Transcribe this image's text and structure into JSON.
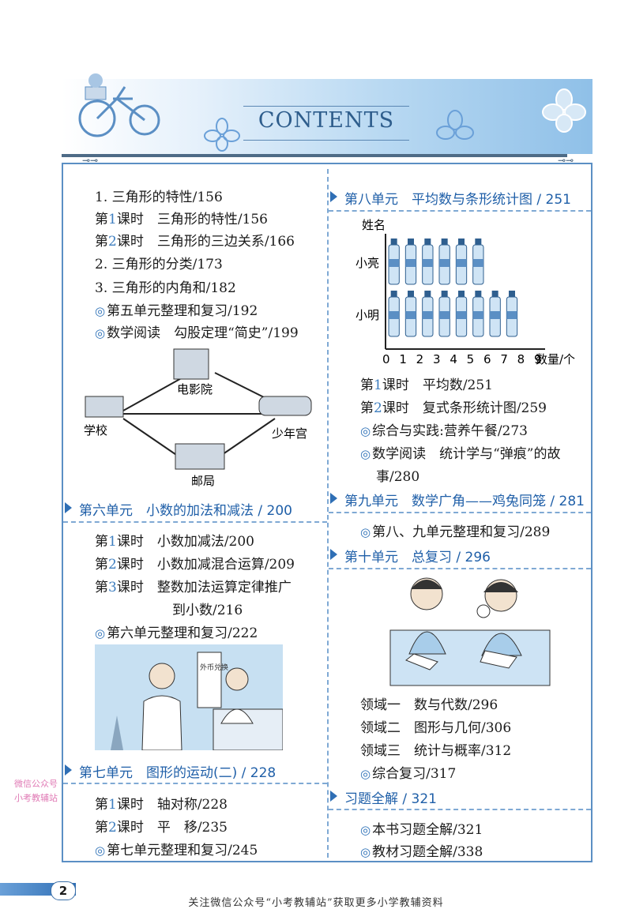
{
  "header": {
    "title": "CONTENTS"
  },
  "left": {
    "items": [
      {
        "text": "1. 三角形的特性/156"
      },
      {
        "pre": "第",
        "num": "1",
        "post": "课时　三角形的特性/156"
      },
      {
        "pre": "第",
        "num": "2",
        "post": "课时　三角形的三边关系/166"
      },
      {
        "text": "2. 三角形的分类/173"
      },
      {
        "text": "3. 三角形的内角和/182"
      },
      {
        "circle": "◎",
        "text": "第五单元整理和复习/192"
      },
      {
        "circle": "◎",
        "text": "数学阅读　勾股定理“简史”/199"
      }
    ],
    "map": {
      "labels": [
        "电影院",
        "学校",
        "少年宫",
        "邮局"
      ]
    },
    "unit6": {
      "title": "第六单元　小数的加法和减法 / 200",
      "items": [
        {
          "pre": "第",
          "num": "1",
          "post": "课时　小数加减法/200"
        },
        {
          "pre": "第",
          "num": "2",
          "post": "课时　小数加减混合运算/209"
        },
        {
          "pre": "第",
          "num": "3",
          "post": "课时　整数加法运算定律推广"
        },
        {
          "text": "到小数/216"
        },
        {
          "circle": "◎",
          "text": "第六单元整理和复习/222"
        }
      ]
    },
    "shop_sign": "外币兑换",
    "unit7": {
      "title": "第七单元　图形的运动(二) / 228",
      "items": [
        {
          "pre": "第",
          "num": "1",
          "post": "课时　轴对称/228"
        },
        {
          "pre": "第",
          "num": "2",
          "post": "课时　平　移/235"
        },
        {
          "circle": "◎",
          "text": "第七单元整理和复习/245"
        }
      ]
    }
  },
  "right": {
    "unit8": {
      "title": "第八单元　平均数与条形统计图 / 251",
      "items": [
        {
          "pre": "第",
          "num": "1",
          "post": "课时　平均数/251"
        },
        {
          "pre": "第",
          "num": "2",
          "post": "课时　复式条形统计图/259"
        },
        {
          "circle": "◎",
          "text": "综合与实践:营养午餐/273"
        },
        {
          "circle": "◎",
          "text": "数学阅读　统计学与“弹痕”的故"
        },
        {
          "text": "事/280"
        }
      ]
    },
    "unit9": {
      "title": "第九单元　数学广角——鸡兔同笼 / 281",
      "items": [
        {
          "circle": "◎",
          "text": "第八、九单元整理和复习/289"
        }
      ]
    },
    "unit10": {
      "title": "第十单元　总复习 / 296",
      "items": [
        {
          "text": "领域一　数与代数/296"
        },
        {
          "text": "领域二　图形与几何/306"
        },
        {
          "text": "领域三　统计与概率/312"
        },
        {
          "circle": "◎",
          "text": "综合复习/317"
        }
      ]
    },
    "exercises": {
      "title": "习题全解 / 321",
      "items": [
        {
          "circle": "◎",
          "text": "本书习题全解/321"
        },
        {
          "circle": "◎",
          "text": "教材习题全解/338"
        }
      ]
    }
  },
  "chart_data": {
    "type": "bar",
    "orientation": "horizontal",
    "ylabel": "姓名",
    "xlabel": "数量/个",
    "categories": [
      "小亮",
      "小明"
    ],
    "values": [
      6,
      8
    ],
    "xlim": [
      0,
      9
    ],
    "xticks": [
      "0",
      "1",
      "2",
      "3",
      "4",
      "5",
      "6",
      "7",
      "8",
      "9"
    ]
  },
  "footer": {
    "page_number": "2",
    "note": "关注微信公众号“小考教辅站”获取更多小学教辅资料",
    "watermark_line1": "微信公众号",
    "watermark_line2": "小考教辅站"
  }
}
